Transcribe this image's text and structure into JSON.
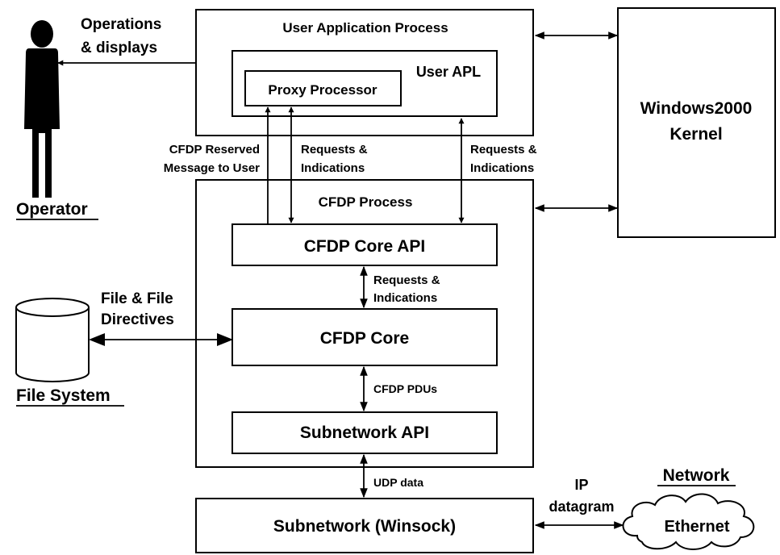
{
  "operator": {
    "label": "Operator"
  },
  "operations_label": {
    "line1": "Operations",
    "line2": "& displays"
  },
  "user_app_process": {
    "title": "User Application Process"
  },
  "user_apl": {
    "label": "User APL"
  },
  "proxy_processor": {
    "label": "Proxy Processor"
  },
  "kernel": {
    "line1": "Windows2000",
    "line2": "Kernel"
  },
  "cfdp_reserved": {
    "line1": "CFDP Reserved",
    "line2": "Message to User"
  },
  "requests_indications_1": {
    "line1": "Requests &",
    "line2": "Indications"
  },
  "requests_indications_2": {
    "line1": "Requests &",
    "line2": "Indications"
  },
  "requests_indications_3": {
    "line1": "Requests &",
    "line2": "Indications"
  },
  "cfdp_process": {
    "title": "CFDP Process"
  },
  "cfdp_core_api": {
    "label": "CFDP Core API"
  },
  "cfdp_core": {
    "label": "CFDP Core"
  },
  "subnetwork_api": {
    "label": "Subnetwork API"
  },
  "cfdp_pdus": {
    "label": "CFDP PDUs"
  },
  "udp_data": {
    "label": "UDP data"
  },
  "file_system": {
    "label": "File System"
  },
  "file_directives": {
    "line1": "File & File",
    "line2": "Directives"
  },
  "subnetwork_winsock": {
    "label": "Subnetwork (Winsock)"
  },
  "network": {
    "label": "Network"
  },
  "ip_datagram": {
    "line1": "IP",
    "line2": "datagram"
  },
  "ethernet": {
    "label": "Ethernet"
  }
}
